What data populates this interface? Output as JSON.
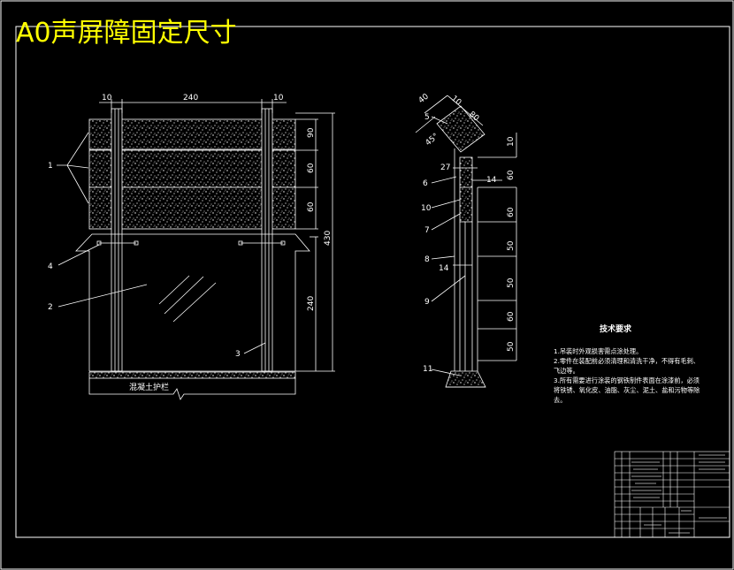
{
  "title": "A0声屏障固定尺寸",
  "front_view": {
    "dims": {
      "left_post": "10",
      "span": "240",
      "right_post": "10",
      "h1": "90",
      "h2": "60",
      "h3": "60",
      "total": "430",
      "glass": "240"
    },
    "callouts": [
      "1",
      "4",
      "2",
      "3"
    ],
    "base_label": "混凝土护栏"
  },
  "side_view": {
    "dims": {
      "top_a": "40",
      "top_b": "10",
      "top_c": "80",
      "angle": "45°",
      "d_10": "10",
      "d_27": "27",
      "d_14a": "14",
      "d_60a": "60",
      "d_60b": "60",
      "d_14b": "14",
      "seg": [
        "50",
        "50",
        "60",
        "50"
      ]
    },
    "callouts": [
      "5",
      "6",
      "10",
      "7",
      "8",
      "9",
      "11"
    ]
  },
  "tech_requirements": {
    "heading": "技术要求",
    "items": [
      "1.吊装时外观损害需点涂处理。",
      "2.零件在装配前必须清理和清洗干净，不得有毛刺、飞边等。",
      "3.所有需要进行涂装的钢铁制件表面在涂漆前，必须将铁锈、氧化皮、油脂、灰尘、泥土、盐和污物等除去。"
    ]
  }
}
